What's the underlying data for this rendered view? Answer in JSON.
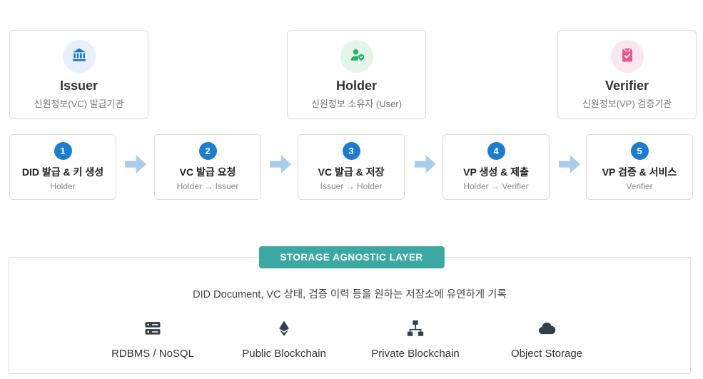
{
  "actors": [
    {
      "name": "Issuer",
      "desc": "신원정보(VC) 발급기관",
      "icon": "bank-icon",
      "circle_color": "#e7f0fb",
      "icon_color": "#1a78c8"
    },
    {
      "name": "Holder",
      "desc": "신원정보 소유자 (User)",
      "icon": "person-shield-icon",
      "circle_color": "#e4f6ec",
      "icon_color": "#27b26a"
    },
    {
      "name": "Verifier",
      "desc": "신원정보(VP) 검증기관",
      "icon": "clipboard-check-icon",
      "circle_color": "#fce7f0",
      "icon_color": "#e8588f"
    }
  ],
  "steps": [
    {
      "num": "1",
      "title": "DID 발급 & 키 생성",
      "sub": "Holder"
    },
    {
      "num": "2",
      "title": "VC 발급 요청",
      "sub": "Holder → Issuer"
    },
    {
      "num": "3",
      "title": "VC 발급 & 저장",
      "sub": "Issuer → Holder"
    },
    {
      "num": "4",
      "title": "VP 생성 & 제출",
      "sub": "Holder → Verifier"
    },
    {
      "num": "5",
      "title": "VP 검증 & 서비스",
      "sub": "Verifier"
    }
  ],
  "storage": {
    "badge": "STORAGE AGNOSTIC LAYER",
    "desc": "DID Document, VC 상태, 검증 이력 등을 원하는 저장소에 유연하게 기록",
    "options": [
      {
        "label": "RDBMS / NoSQL",
        "icon": "server-database-icon"
      },
      {
        "label": "Public Blockchain",
        "icon": "ethereum-icon"
      },
      {
        "label": "Private Blockchain",
        "icon": "sitemap-network-icon"
      },
      {
        "label": "Object Storage",
        "icon": "cloud-icon"
      }
    ]
  },
  "colors": {
    "step_badge": "#1b7cd0",
    "arrow": "#a9cee6",
    "storage_badge": "#3ba9a2",
    "storage_icon": "#333f4d",
    "card_border": "#dddddd"
  }
}
